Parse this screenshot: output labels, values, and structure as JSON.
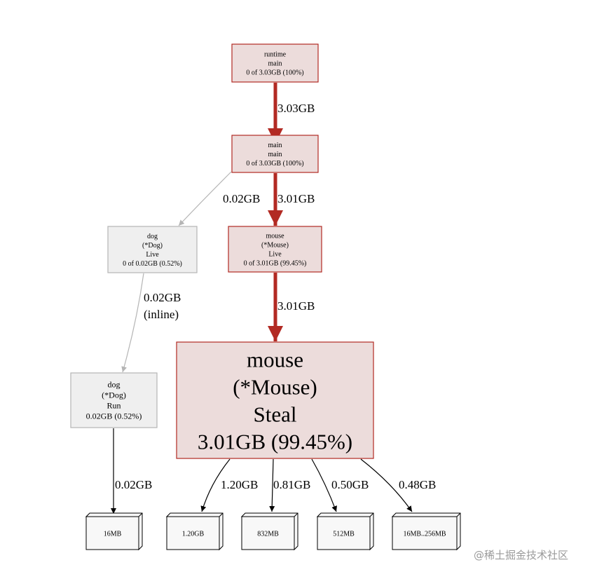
{
  "colors": {
    "hot_fill": "#ecdcdb",
    "hot_stroke": "#b22a23",
    "cold_fill": "#efefef",
    "cold_stroke": "#b5b5b5",
    "hot_edge": "#b22a23",
    "cold_edge": "#b5b5b5",
    "leaf_edge": "#000000"
  },
  "nodes": {
    "runtime_main": {
      "lines": [
        "runtime",
        "main",
        "0 of 3.03GB (100%)"
      ]
    },
    "main_main": {
      "lines": [
        "main",
        "main",
        "0 of 3.03GB (100%)"
      ]
    },
    "dog_live": {
      "lines": [
        "dog",
        "(*Dog)",
        "Live",
        "0 of 0.02GB (0.52%)"
      ]
    },
    "mouse_live": {
      "lines": [
        "mouse",
        "(*Mouse)",
        "Live",
        "0 of 3.01GB (99.45%)"
      ]
    },
    "dog_run": {
      "lines": [
        "dog",
        "(*Dog)",
        "Run",
        "0.02GB (0.52%)"
      ]
    },
    "mouse_steal": {
      "lines": [
        "mouse",
        "(*Mouse)",
        "Steal",
        "3.01GB (99.45%)"
      ]
    },
    "leaf_16mb": {
      "label": "16MB"
    },
    "leaf_120gb": {
      "label": "1.20GB"
    },
    "leaf_832mb": {
      "label": "832MB"
    },
    "leaf_512mb": {
      "label": "512MB"
    },
    "leaf_range": {
      "label": "16MB..256MB"
    }
  },
  "edges": {
    "runtime_to_main": {
      "lines": [
        "3.03GB"
      ]
    },
    "main_to_dog": {
      "lines": [
        "0.02GB"
      ]
    },
    "main_to_mouse": {
      "lines": [
        "3.01GB"
      ]
    },
    "mouse_live_to_steal": {
      "lines": [
        "3.01GB"
      ]
    },
    "dog_live_to_run": {
      "lines": [
        "0.02GB",
        "(inline)"
      ]
    },
    "dog_run_to_16mb": {
      "lines": [
        "0.02GB"
      ]
    },
    "steal_to_120gb": {
      "lines": [
        "1.20GB"
      ]
    },
    "steal_to_832mb": {
      "lines": [
        "0.81GB"
      ]
    },
    "steal_to_512mb": {
      "lines": [
        "0.50GB"
      ]
    },
    "steal_to_range": {
      "lines": [
        "0.48GB"
      ]
    }
  },
  "watermark": "@稀土掘金技术社区"
}
